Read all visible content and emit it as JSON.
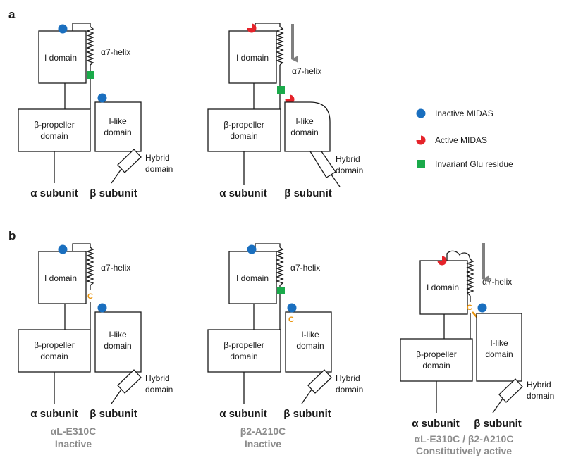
{
  "colors": {
    "inactive_midas": "#1a6fbf",
    "active_midas": "#e5232a",
    "invariant_glu": "#1aaa4a",
    "cysteine": "#e8930c",
    "caption_gray": "#8c8c8c",
    "arrow_gray": "#808080"
  },
  "panels": {
    "a": "a",
    "b": "b"
  },
  "labels": {
    "i_domain": "I domain",
    "alpha7_helix": "α7-helix",
    "beta_propeller_line1": "β-propeller",
    "beta_propeller_line2": "domain",
    "i_like_line1": "I-like",
    "i_like_line2": "domain",
    "hybrid_line1": "Hybrid",
    "hybrid_line2": "domain",
    "alpha_subunit": "α subunit",
    "beta_subunit": "β subunit",
    "cys": "C"
  },
  "legend": [
    {
      "icon": "inactive-midas-circle",
      "label": "Inactive MIDAS"
    },
    {
      "icon": "active-midas-pacman",
      "label": "Active MIDAS"
    },
    {
      "icon": "invariant-glu-square",
      "label": "Invariant Glu residue"
    }
  ],
  "captions": [
    {
      "mutation": "αL-E310C",
      "state": "Inactive"
    },
    {
      "mutation": "β2-A210C",
      "state": "Inactive"
    },
    {
      "mutation": "αL-E310C / β2-A210C",
      "state": "Constitutively active"
    }
  ]
}
